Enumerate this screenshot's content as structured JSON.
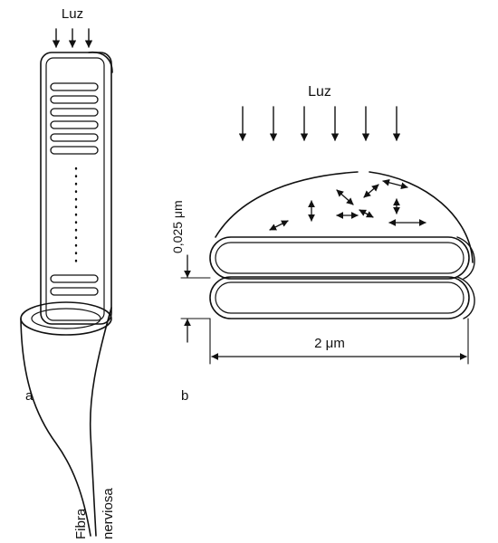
{
  "panel_a": {
    "light_label": "Luz",
    "panel_letter": "a",
    "fiber_label_1": "Fibra",
    "fiber_label_2": "nerviosa"
  },
  "panel_b": {
    "light_label": "Luz",
    "panel_letter": "b",
    "thickness_label": "0,025 μm",
    "width_label": "2 μm"
  },
  "colors": {
    "ink": "#111111",
    "paper": "#ffffff"
  }
}
